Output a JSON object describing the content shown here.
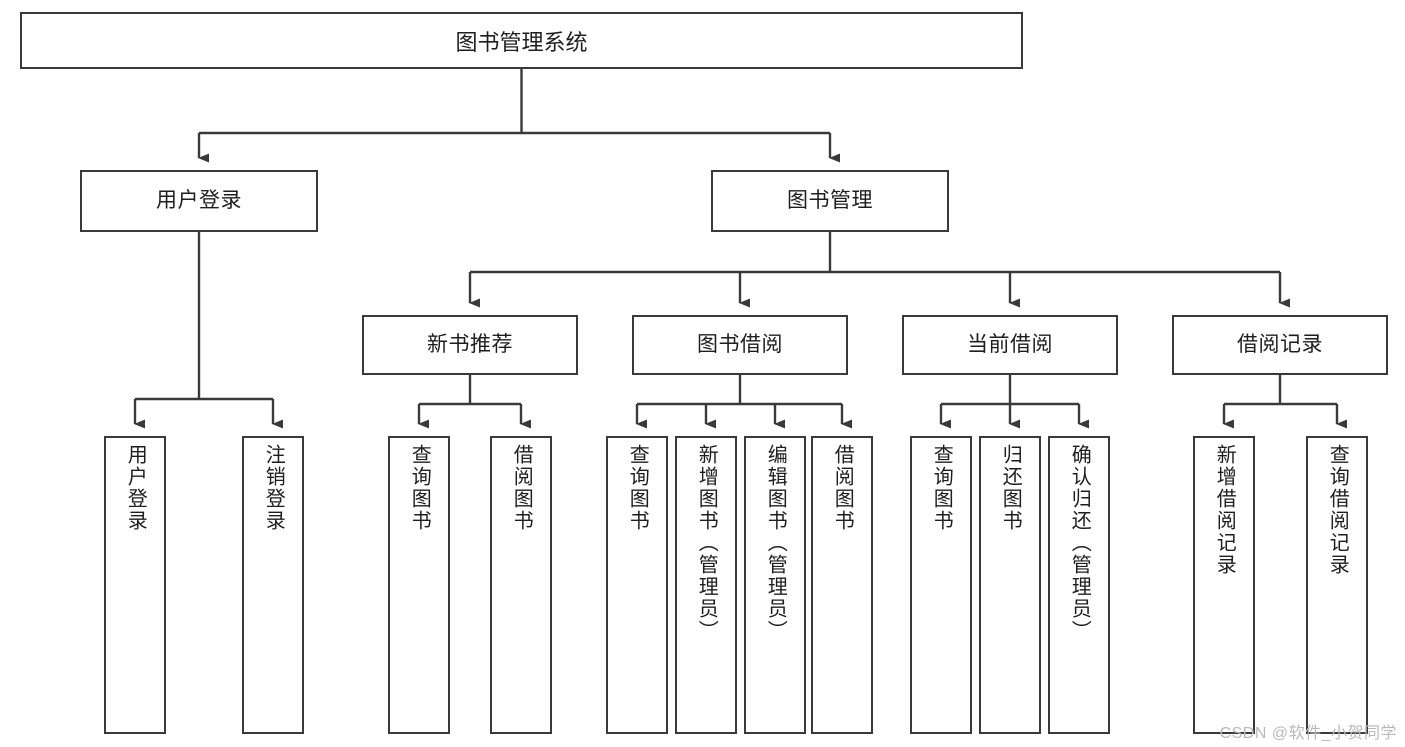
{
  "diagram": {
    "title": "图书管理系统",
    "type": "tree-hierarchy-diagram",
    "colors": {
      "box_border": "#3a3a3a",
      "box_fill": "#ffffff",
      "connector": "#3a3a3a",
      "text": "#1e1e1e",
      "watermark": "#b9b9b9",
      "background": "#ffffff"
    }
  },
  "root": {
    "label": "图书管理系统"
  },
  "level2": [
    {
      "label": "用户登录"
    },
    {
      "label": "图书管理"
    }
  ],
  "level3": [
    {
      "label": "新书推荐"
    },
    {
      "label": "图书借阅"
    },
    {
      "label": "当前借阅"
    },
    {
      "label": "借阅记录"
    }
  ],
  "leaves": {
    "user_login": [
      {
        "label": "用户登录"
      },
      {
        "label": "注销登录"
      }
    ],
    "new_book_recommend": [
      {
        "label": "查询图书"
      },
      {
        "label": "借阅图书"
      }
    ],
    "book_borrow": [
      {
        "label": "查询图书"
      },
      {
        "label": "新增图书（管理员）"
      },
      {
        "label": "编辑图书（管理员）"
      },
      {
        "label": "借阅图书"
      }
    ],
    "current_borrow": [
      {
        "label": "查询图书"
      },
      {
        "label": "归还图书"
      },
      {
        "label": "确认归还（管理员）"
      }
    ],
    "borrow_record": [
      {
        "label": "新增借阅记录"
      },
      {
        "label": "查询借阅记录"
      }
    ]
  },
  "watermark": {
    "text": "CSDN @软件_小贺同学"
  }
}
